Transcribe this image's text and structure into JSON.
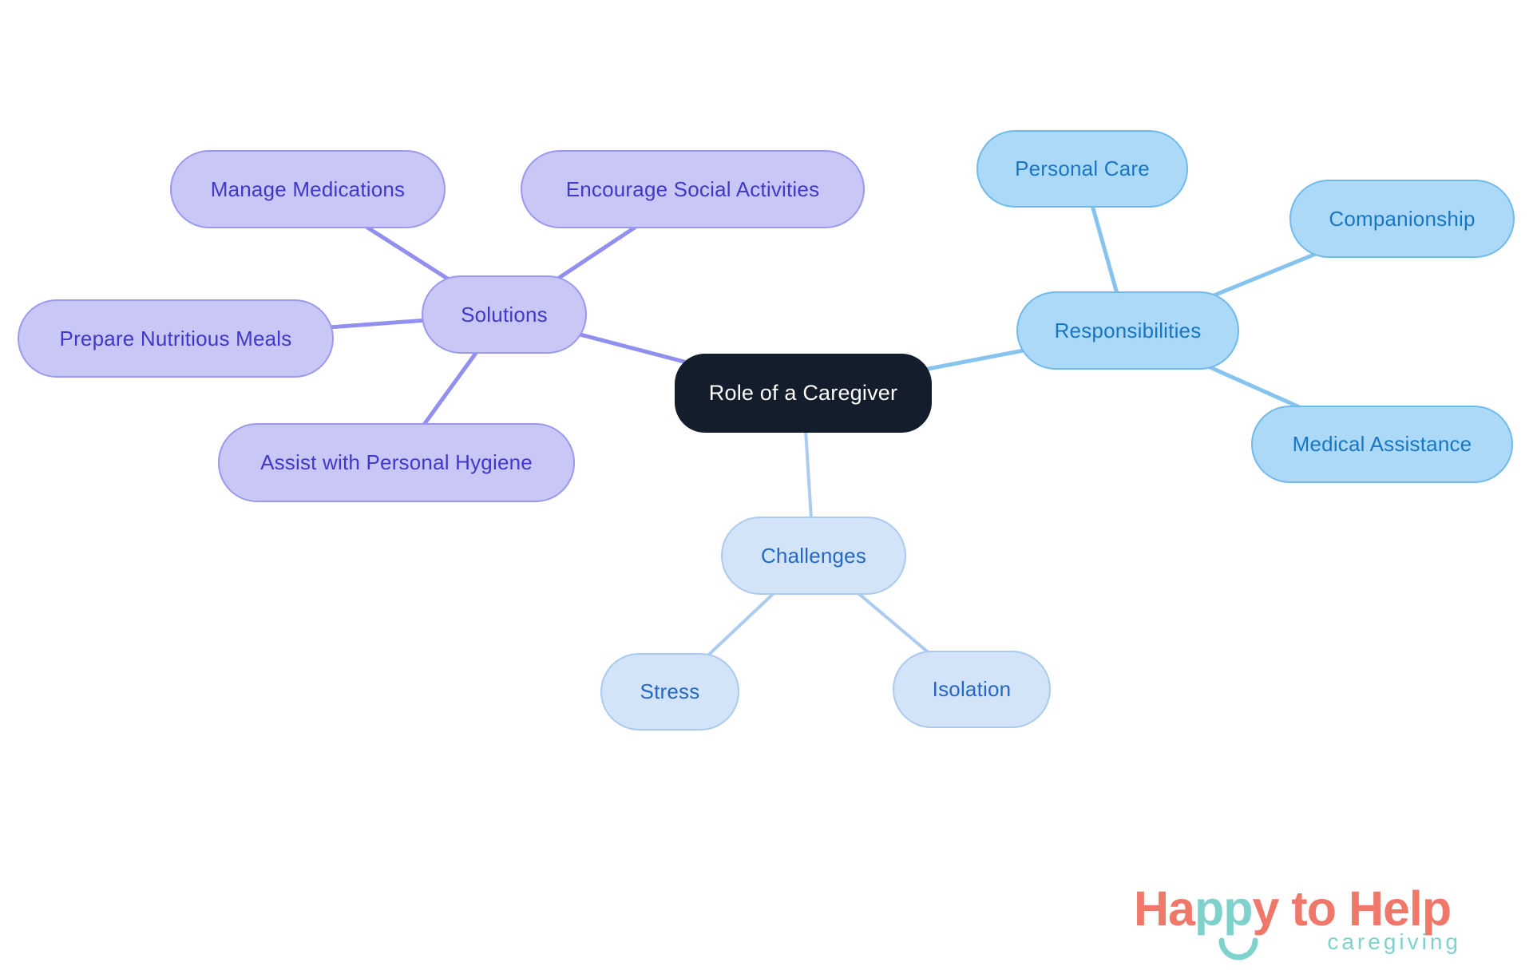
{
  "diagram": {
    "central": {
      "label": "Role of a Caregiver"
    },
    "branches": {
      "solutions": {
        "label": "Solutions",
        "children": {
          "manage_medications": {
            "label": "Manage Medications"
          },
          "encourage_social_activities": {
            "label": "Encourage Social Activities"
          },
          "prepare_nutritious_meals": {
            "label": "Prepare Nutritious Meals"
          },
          "assist_personal_hygiene": {
            "label": "Assist with Personal Hygiene"
          }
        }
      },
      "responsibilities": {
        "label": "Responsibilities",
        "children": {
          "personal_care": {
            "label": "Personal Care"
          },
          "companionship": {
            "label": "Companionship"
          },
          "medical_assistance": {
            "label": "Medical Assistance"
          }
        }
      },
      "challenges": {
        "label": "Challenges",
        "children": {
          "stress": {
            "label": "Stress"
          },
          "isolation": {
            "label": "Isolation"
          }
        }
      }
    }
  },
  "palette": {
    "background": "#FFFFFF",
    "central_fill": "#141D2B",
    "central_text": "#FFFFFF",
    "purple_fill": "#C9C7F6",
    "purple_border": "#9B98F0",
    "purple_text": "#4137C9",
    "purple_line": "#918FEF",
    "blue_fill": "#ACD9F7",
    "blue_border": "#70BAEC",
    "blue_text": "#1877C5",
    "blue_line": "#87C3EF",
    "pale_fill": "#D3E4F8",
    "pale_border": "#AACAEF",
    "pale_text": "#2268C4",
    "pale_line": "#ABCBF1",
    "logo_coral": "#F0786A",
    "logo_teal": "#7FD2CB"
  },
  "logo": {
    "word_ha": "Ha",
    "word_pp": "pp",
    "word_y": "y",
    "word_to": " to ",
    "word_help": "Help",
    "subtitle": "caregiving"
  }
}
